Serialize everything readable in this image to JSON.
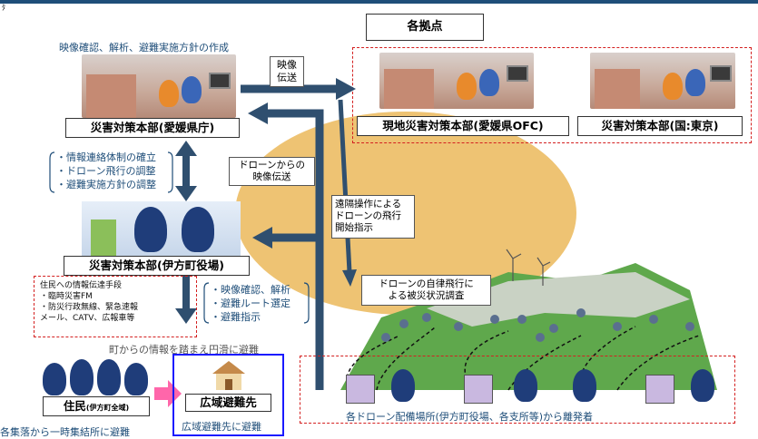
{
  "header_mark": "ﾀ",
  "bases_title": "各拠点",
  "video_analysis_caption": "映像確認、解析、避難実施方針の作成",
  "video_transmission": "映像\n伝送",
  "hq_ehime": "災害対策本部(愛媛県庁)",
  "local_hq": "現地災害対策本部(愛媛県OFC)",
  "national_hq": "災害対策本部(国:東京)",
  "coordination_items": [
    "・情報連絡体制の確立",
    "・ドローン飛行の調整",
    "・避難実施方針の調整"
  ],
  "drone_video": "ドローンからの\n映像伝送",
  "remote_operation": "遠隔操作による\nドローンの飛行\n開始指示",
  "hq_ikata": "災害対策本部(伊方町役場)",
  "autonomous_flight": "ドローンの自律飛行に\nよる被災状況調査",
  "resident_info_title": "住民への情報伝達手段",
  "resident_info_items": [
    "・臨時災害FM",
    "・防災行政無線、緊急速報",
    "メール、CATV、広報車等"
  ],
  "ikata_actions": [
    "・映像確認、解析",
    "・避難ルート選定",
    "・避難指示"
  ],
  "evacuation_note": "町からの情報を踏まえ円滑に避難",
  "residents_label": "住民",
  "residents_sub": "(伊方町全域)",
  "wide_area_label": "広域避難先",
  "wide_area_caption": "広域避難先に避難",
  "bottom_left_caption": "各集落から一時集結所に避難",
  "drone_base_caption": "各ドローン配備場所(伊方町役場、各支所等)から離発着",
  "colors": {
    "navy": "#1f4e79",
    "arrow": "#2f4f6f",
    "red": "#d42020",
    "blue_box": "#1a1aff",
    "sun": "#eec373",
    "pink": "#ff66aa"
  }
}
